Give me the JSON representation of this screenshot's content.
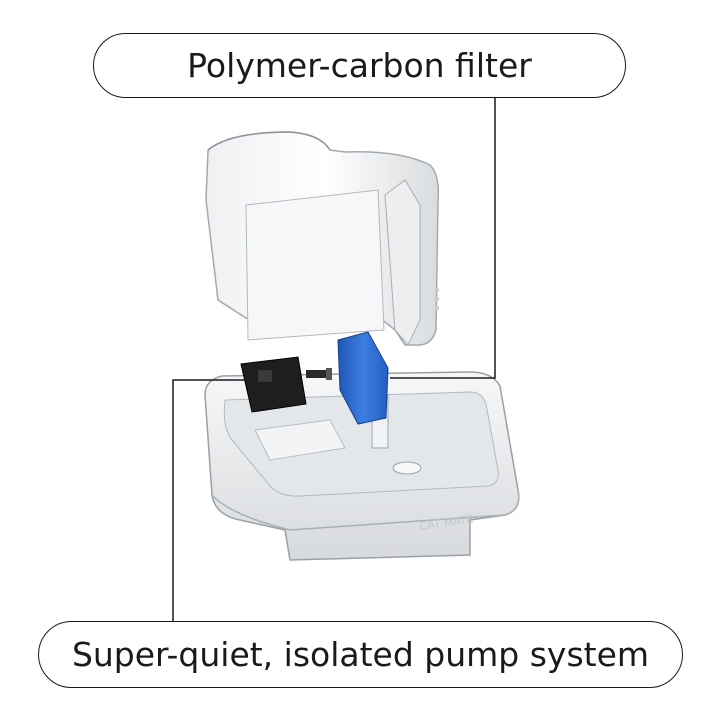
{
  "callouts": {
    "filter_label": "Polymer-carbon filter",
    "pump_label": "Super-quiet, isolated pump system"
  },
  "product": {
    "logo_text": "CAT MATE"
  },
  "colors": {
    "filter": "#2f6bd0",
    "pump": "#1e1e1e",
    "body": "#ffffff",
    "outline": "#1a1a1a"
  }
}
